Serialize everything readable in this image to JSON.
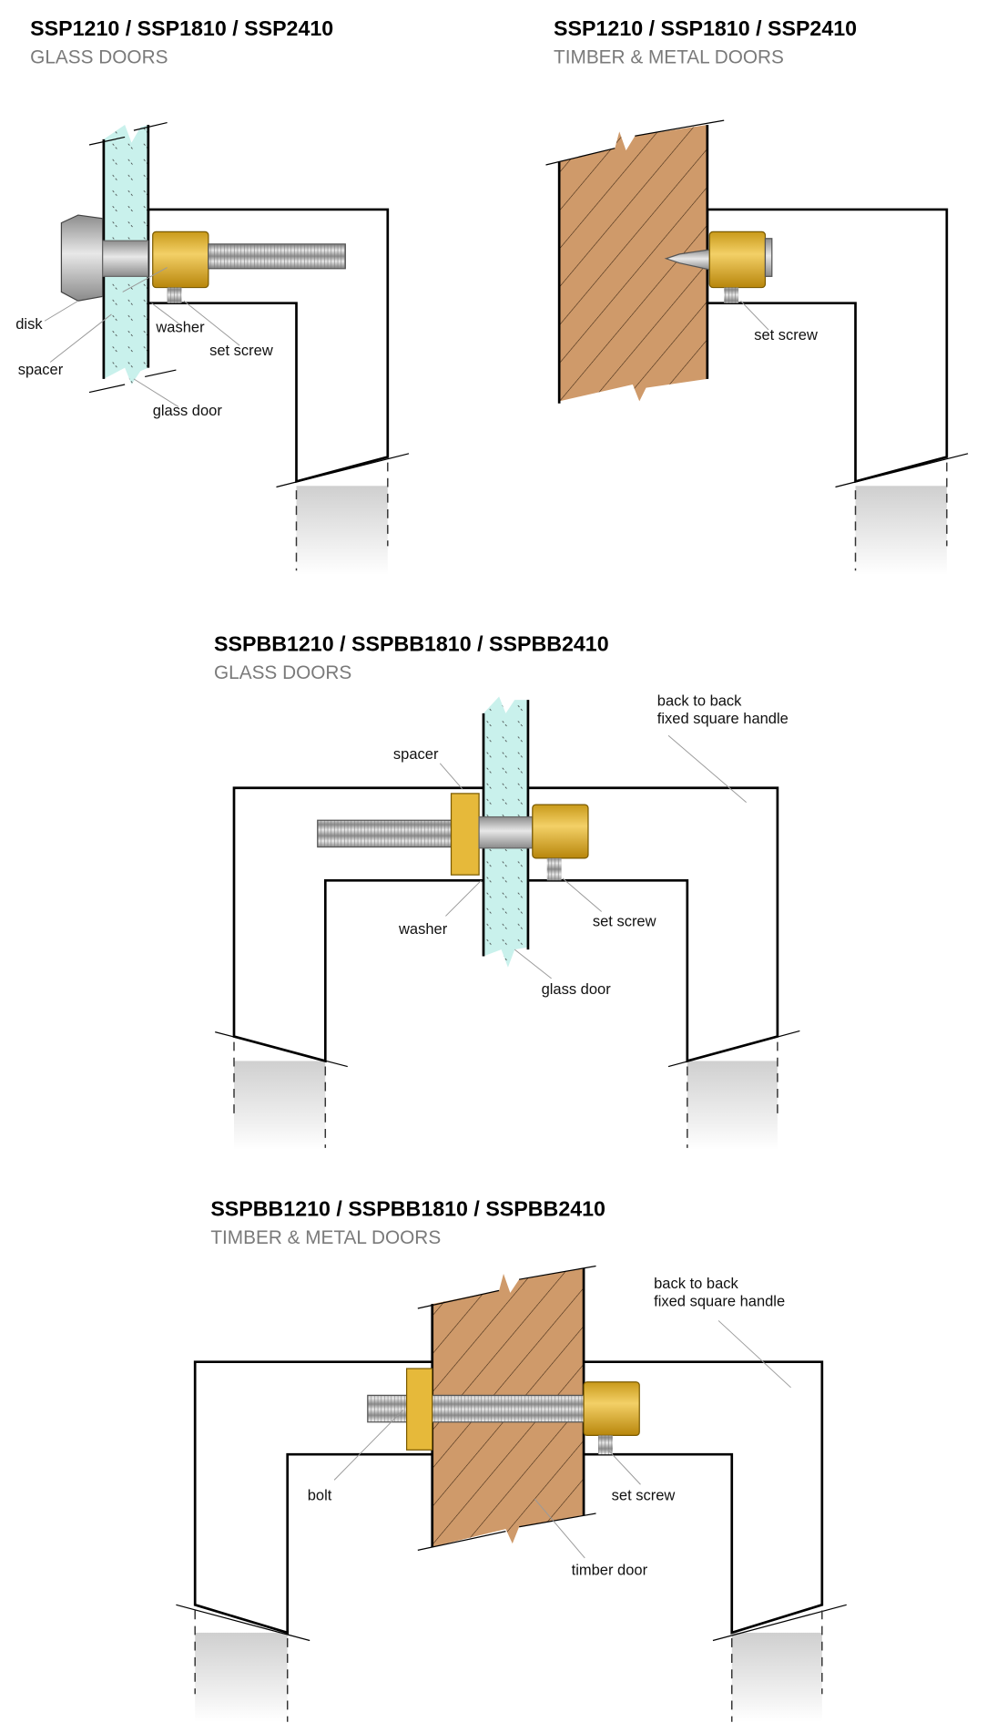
{
  "colors": {
    "handle": "#d3d3d3",
    "glass": "#c9f1ec",
    "timber": "#cf9a6a",
    "brass": "#e6b93a",
    "steel": "#b9b9b9"
  },
  "diagrams": [
    {
      "title": "SSP1210 / SSP1810 / SSP2410",
      "subtitle": "GLASS DOORS",
      "labels": {
        "disk": "disk",
        "spacer": "spacer",
        "washer": "washer",
        "set_screw": "set screw",
        "glass_door": "glass door"
      }
    },
    {
      "title": "SSP1210 / SSP1810 / SSP2410",
      "subtitle": "TIMBER & METAL DOORS",
      "labels": {
        "set_screw": "set screw"
      }
    },
    {
      "title": "SSPBB1210 / SSPBB1810 / SSPBB2410",
      "subtitle": "GLASS DOORS",
      "labels": {
        "spacer": "spacer",
        "handle_line1": "back to back",
        "handle_line2": "fixed square handle",
        "washer": "washer",
        "set_screw": "set screw",
        "glass_door": "glass door"
      }
    },
    {
      "title": "SSPBB1210 / SSPBB1810 / SSPBB2410",
      "subtitle": "TIMBER & METAL DOORS",
      "labels": {
        "handle_line1": "back to back",
        "handle_line2": "fixed square handle",
        "bolt": "bolt",
        "set_screw": "set screw",
        "timber_door": "timber door"
      }
    }
  ]
}
